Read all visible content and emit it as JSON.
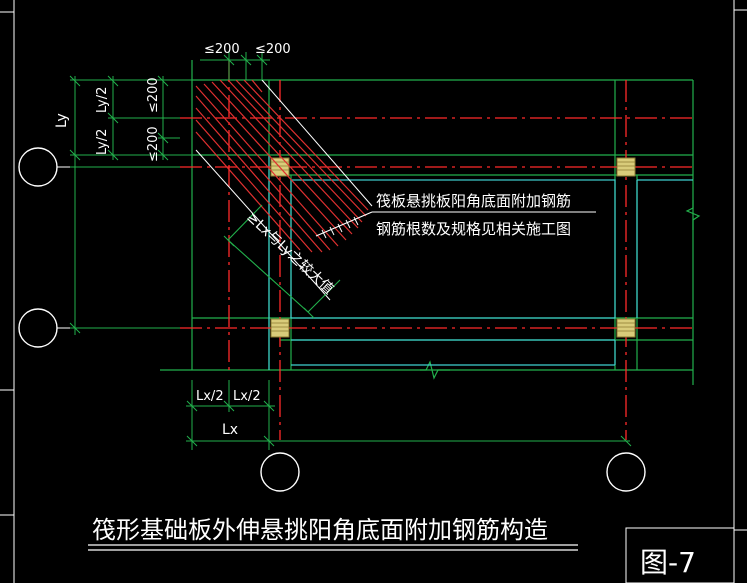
{
  "colors": {
    "background": "#000000",
    "border": "#ffffff",
    "beam_grid": "#22b14c",
    "axis_red": "#ff2a2a",
    "slab_edge": "#3fd0d0",
    "column": "#d9cc7a",
    "hatch": "#e03030",
    "text": "#ffffff",
    "dim": "#22b14c"
  },
  "labels": {
    "dim_le200_top_left": "≤200",
    "dim_le200_top_right": "≤200",
    "dim_ly": "Ly",
    "dim_ly_half_top": "Ly/2",
    "dim_ly_half_bottom": "Ly/2",
    "dim_le200_side_top": "≤200",
    "dim_le200_side_bottom": "≤200",
    "dim_lx_half_left": "Lx/2",
    "dim_lx_half_right": "Lx/2",
    "dim_lx": "Lx",
    "diagonal_note": "≥Lx与Ly之较大值",
    "note_line1": "筏板悬挑板阳角底面附加钢筋",
    "note_line2": "钢筋根数及规格见相关施工图",
    "title": "筏形基础板外伸悬挑阳角底面附加钢筋构造",
    "figure_no": "图-7"
  }
}
